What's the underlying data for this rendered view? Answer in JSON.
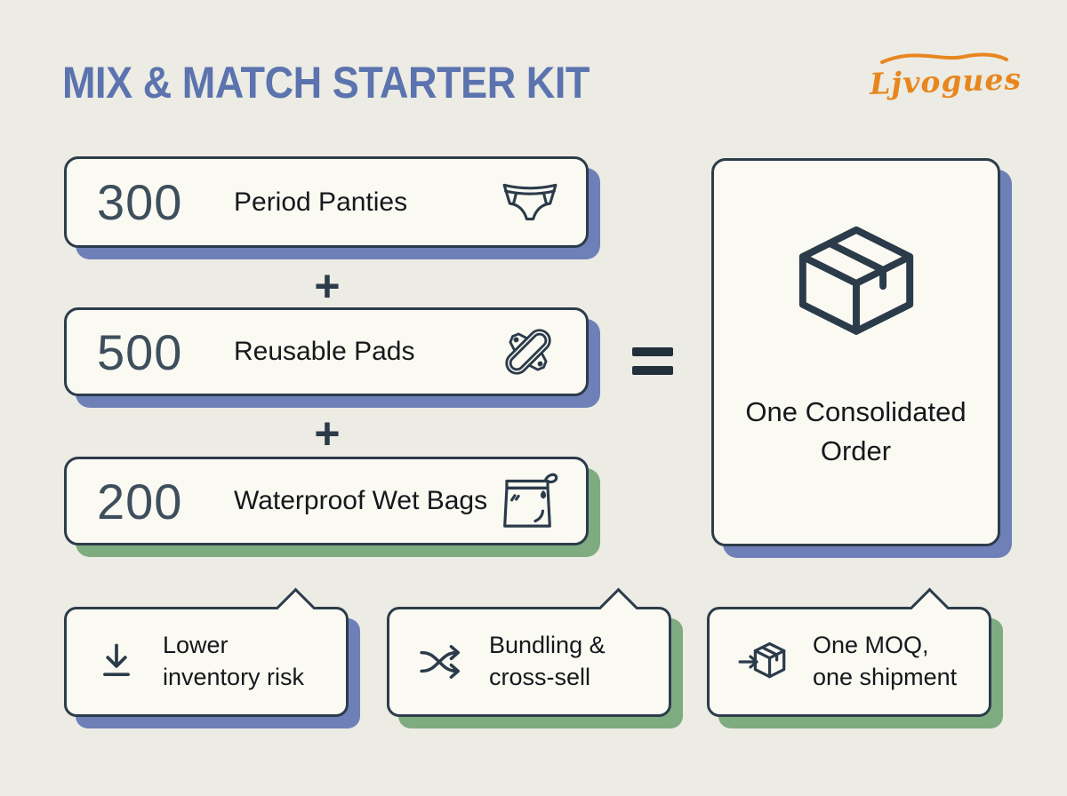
{
  "header": {
    "title": "MIX & MATCH STARTER KIT",
    "logo_text": "Ljvogues"
  },
  "kit": {
    "plus": "+",
    "items": [
      {
        "qty": "300",
        "label": "Period Panties",
        "icon": "panties-icon",
        "shadow_color": "#6E80B7"
      },
      {
        "qty": "500",
        "label": "Reusable Pads",
        "icon": "reusable-pad-icon",
        "shadow_color": "#6E80B7"
      },
      {
        "qty": "200",
        "label": "Waterproof Wet Bags",
        "icon": "wet-bag-icon",
        "shadow_color": "#7FAB81"
      }
    ]
  },
  "result": {
    "label": "One Consolidated Order",
    "icon": "package-icon",
    "shadow_color": "#6E80B7"
  },
  "benefits": [
    {
      "line1": "Lower",
      "line2": "inventory risk",
      "icon": "download-icon",
      "shadow_color": "#6E80B7"
    },
    {
      "line1": "Bundling &",
      "line2": "cross-sell",
      "icon": "shuffle-icon",
      "shadow_color": "#7FAB81"
    },
    {
      "line1": "One MOQ,",
      "line2": "one shipment",
      "icon": "package-inbound-icon",
      "shadow_color": "#7FAB81"
    }
  ],
  "colors": {
    "background": "#ECEBE4",
    "card_background": "#FAF9F2",
    "outline": "#2C3C4B",
    "title_blue": "#5B73AE",
    "logo_orange": "#E8861E",
    "shadow_blue": "#6E80B7",
    "shadow_green": "#7FAB81",
    "number_slate": "#3D4E5C",
    "text_dark": "#15181C"
  }
}
